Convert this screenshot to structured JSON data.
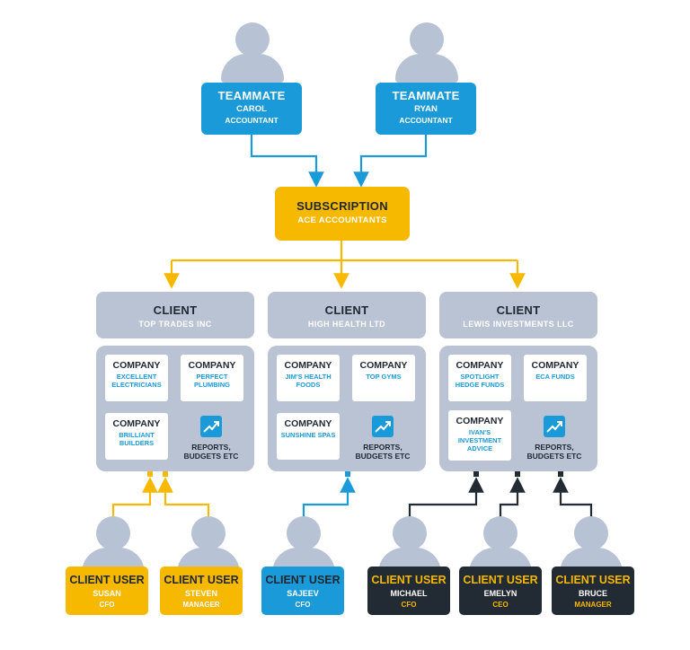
{
  "colors": {
    "blue": "#1a9ad8",
    "yellow": "#f7b800",
    "dark": "#222a33",
    "client_gray": "#b9c3d3",
    "person_gray": "#b7c2d4"
  },
  "icons": {
    "person": "person-silhouette-icon",
    "reports": "trend-chart-icon"
  },
  "teammates": [
    {
      "label": "TEAMMATE",
      "name": "CAROL",
      "role": "ACCOUNTANT"
    },
    {
      "label": "TEAMMATE",
      "name": "RYAN",
      "role": "ACCOUNTANT"
    }
  ],
  "subscription": {
    "label": "SUBSCRIPTION",
    "name": "ACE ACCOUNTANTS"
  },
  "clients": [
    {
      "label": "CLIENT",
      "name": "TOP TRADES INC",
      "companies": [
        {
          "label": "COMPANY",
          "name": "EXCELLENT ELECTRICIANS"
        },
        {
          "label": "COMPANY",
          "name": "PERFECT PLUMBING"
        },
        {
          "label": "COMPANY",
          "name": "BRILLIANT BUILDERS"
        }
      ],
      "reports": "REPORTS, BUDGETS ETC"
    },
    {
      "label": "CLIENT",
      "name": "HIGH HEALTH LTD",
      "companies": [
        {
          "label": "COMPANY",
          "name": "JIM'S HEALTH FOODS"
        },
        {
          "label": "COMPANY",
          "name": "TOP GYMS"
        },
        {
          "label": "COMPANY",
          "name": "SUNSHINE SPAS"
        }
      ],
      "reports": "REPORTS, BUDGETS ETC"
    },
    {
      "label": "CLIENT",
      "name": "LEWIS INVESTMENTS LLC",
      "companies": [
        {
          "label": "COMPANY",
          "name": "SPOTLIGHT HEDGE FUNDS"
        },
        {
          "label": "COMPANY",
          "name": "ECA FUNDS"
        },
        {
          "label": "COMPANY",
          "name": "IVAN'S INVESTMENT ADVICE"
        }
      ],
      "reports": "REPORTS, BUDGETS ETC"
    }
  ],
  "client_users": [
    {
      "label": "CLIENT USER",
      "name": "SUSAN",
      "role": "CFO"
    },
    {
      "label": "CLIENT USER",
      "name": "STEVEN",
      "role": "MANAGER"
    },
    {
      "label": "CLIENT USER",
      "name": "SAJEEV",
      "role": "CFO"
    },
    {
      "label": "CLIENT USER",
      "name": "MICHAEL",
      "role": "CFO"
    },
    {
      "label": "CLIENT USER",
      "name": "EMELYN",
      "role": "CEO"
    },
    {
      "label": "CLIENT USER",
      "name": "BRUCE",
      "role": "MANAGER"
    }
  ]
}
